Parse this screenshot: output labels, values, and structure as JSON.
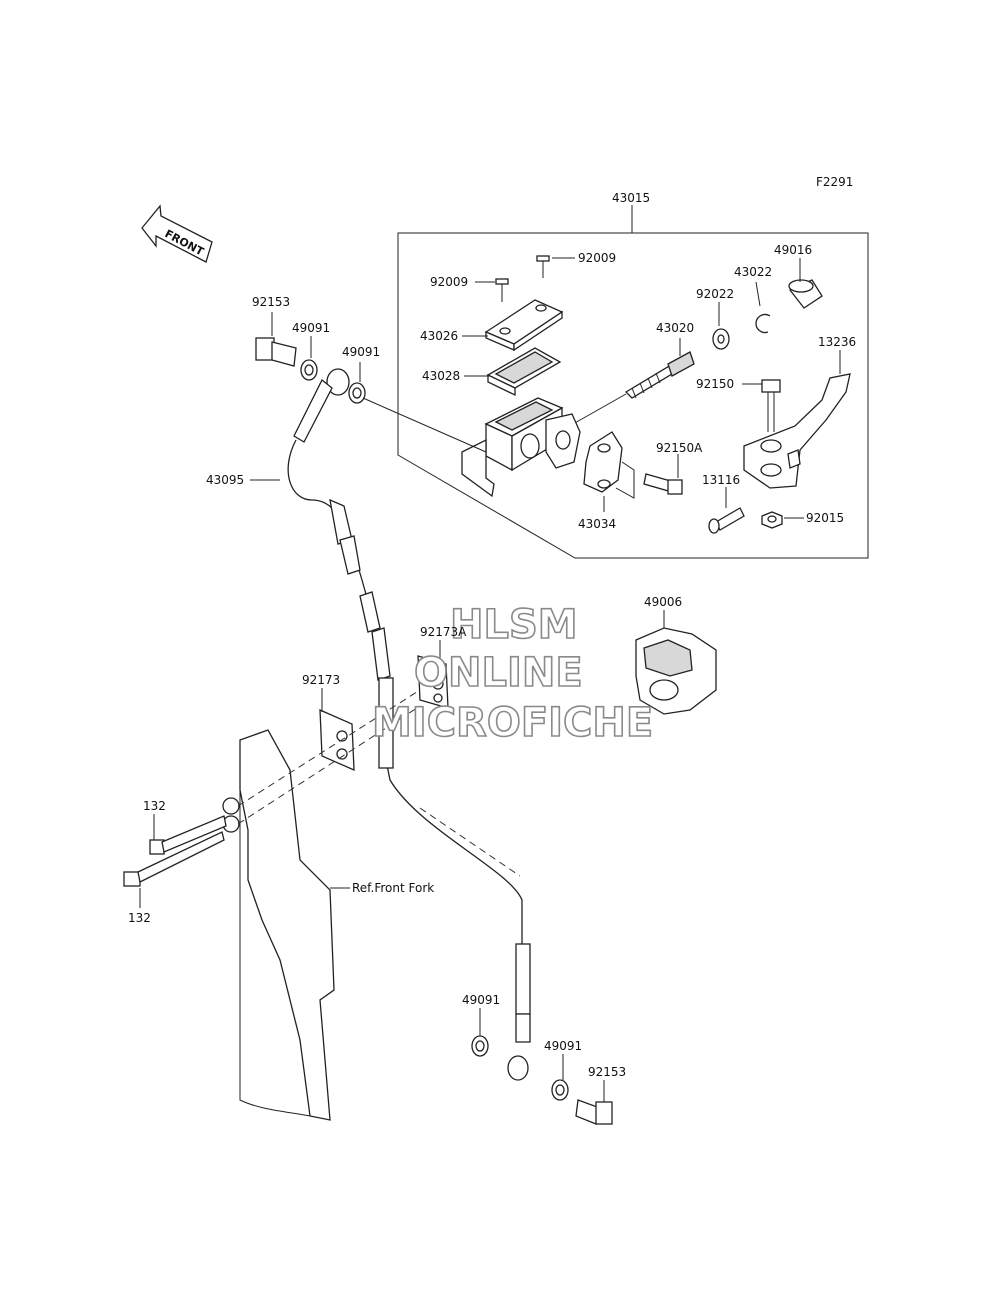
{
  "figure_code": "F2291",
  "front_arrow": "FRONT",
  "assembly": {
    "number": "43015"
  },
  "labels": {
    "p92009a": "92009",
    "p92009b": "92009",
    "p43026": "43026",
    "p43028": "43028",
    "p43020": "43020",
    "p92022": "92022",
    "p43022": "43022",
    "p49016": "49016",
    "p13236": "13236",
    "p92150": "92150",
    "p92150A": "92150A",
    "p43034": "43034",
    "p13116": "13116",
    "p92015": "92015",
    "p92153_top": "92153",
    "p49091_t1": "49091",
    "p49091_t2": "49091",
    "p43095": "43095",
    "p49006": "49006",
    "p92173A": "92173A",
    "p92173": "92173",
    "p132_a": "132",
    "p132_b": "132",
    "ref_front_fork": "Ref.Front Fork",
    "p49091_b1": "49091",
    "p49091_b2": "49091",
    "p92153_bot": "92153"
  },
  "watermark": {
    "line1": "HLSM",
    "line2": "ONLINE",
    "line3": "MICROFICHE"
  }
}
